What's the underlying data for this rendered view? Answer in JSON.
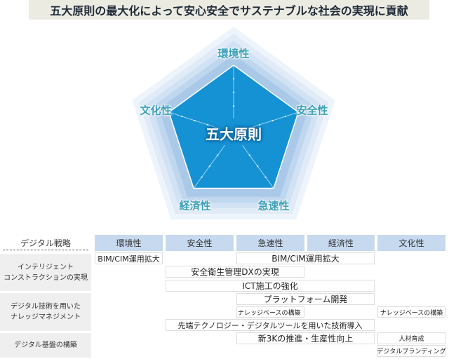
{
  "title": "五大原則の最大化によって安心安全でサステナブルな社会の実現に貢献",
  "diagram": {
    "center": "五大原則",
    "axes": [
      "環境性",
      "安全性",
      "急速性",
      "経済性",
      "文化性"
    ],
    "colors": {
      "inner": "#1592d4",
      "outer": "#a9c9e8"
    }
  },
  "table": {
    "strategy_label": "デジタル戦略",
    "columns": [
      "環境性",
      "安全性",
      "急速性",
      "経済性",
      "文化性"
    ],
    "groups": [
      {
        "line1": "インテリジェント",
        "line2": "コンストラクションの実現"
      },
      {
        "line1": "デジタル技術を用いた",
        "line2": "ナレッジマネジメント"
      },
      {
        "line1": "デジタル基盤の構築",
        "line2": ""
      }
    ],
    "items": [
      "BIM/CIM運用拡大",
      "BIM/CIM運用拡大",
      "安全衛生管理DXの実現",
      "ICT施工の強化",
      "プラットフォーム開発",
      "ナレッジベースの構築",
      "ナレッジベースの構築",
      "先端テクノロジー・デジタルツールを用いた技術導入",
      "新3Kの推進・生産性向上",
      "人材育成",
      "デジタルブランディング"
    ]
  }
}
